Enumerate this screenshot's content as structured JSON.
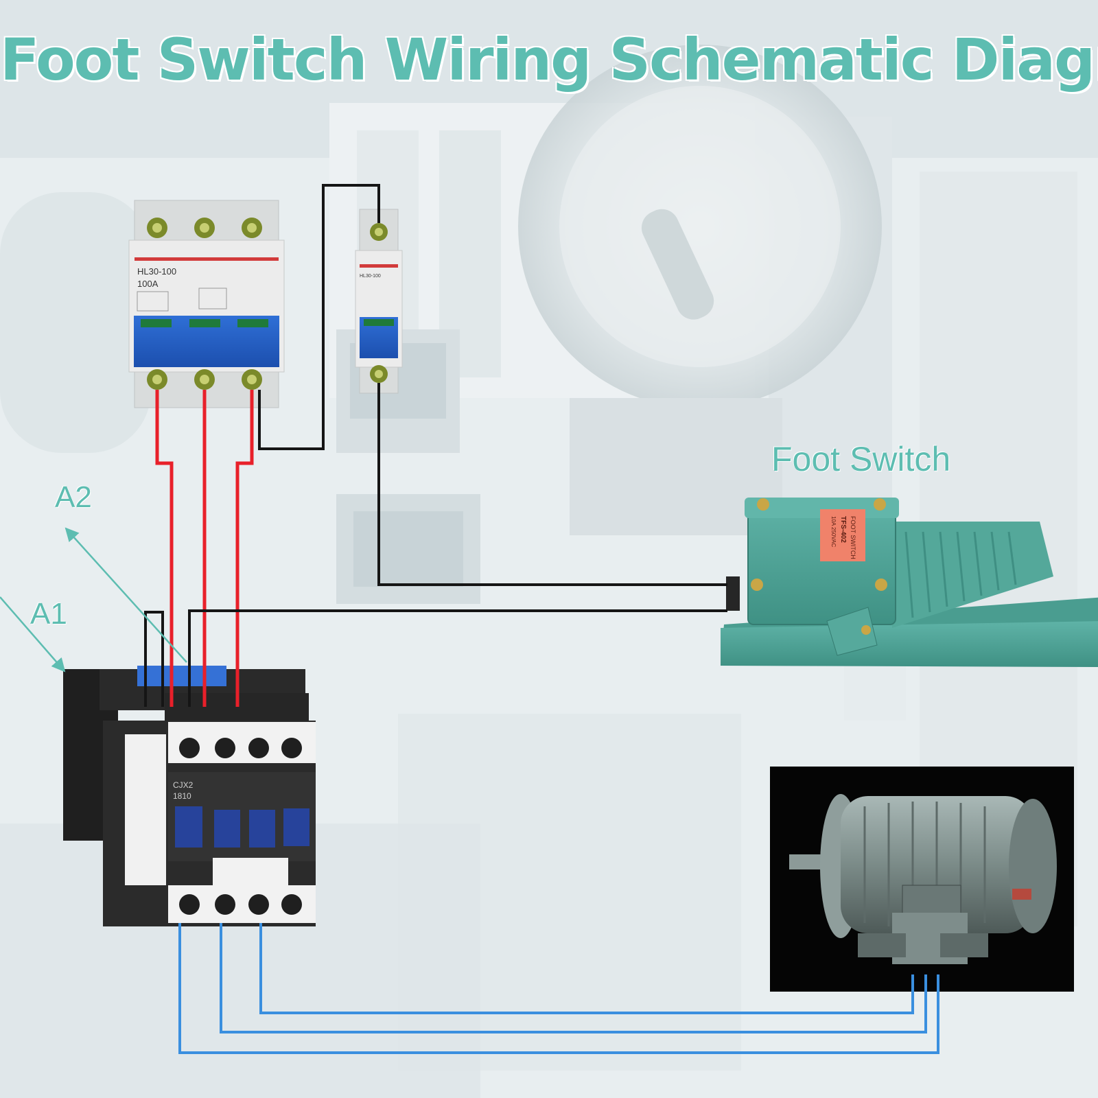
{
  "title": "Foot Switch Wiring Schematic Diagram",
  "labels": {
    "foot_switch": "Foot Switch",
    "a2": "A2",
    "a1": "A1"
  },
  "devices": {
    "breaker_3p_model": "HL30-100",
    "breaker_3p_current": "100A",
    "breaker_1p_model": "HL30-100",
    "foot_switch_plate": [
      "FOOT SWITCH",
      "TFS-402",
      "10A 250VAC"
    ],
    "contactor_model": "CJX2",
    "contactor_code": "1810"
  },
  "colors": {
    "accent": "#5dbdb1",
    "wire_power": "#e8202a",
    "wire_control": "#151515",
    "wire_motor": "#3a8fdf",
    "device_teal": "#4fa89b",
    "device_nameplate": "#f0826a"
  }
}
